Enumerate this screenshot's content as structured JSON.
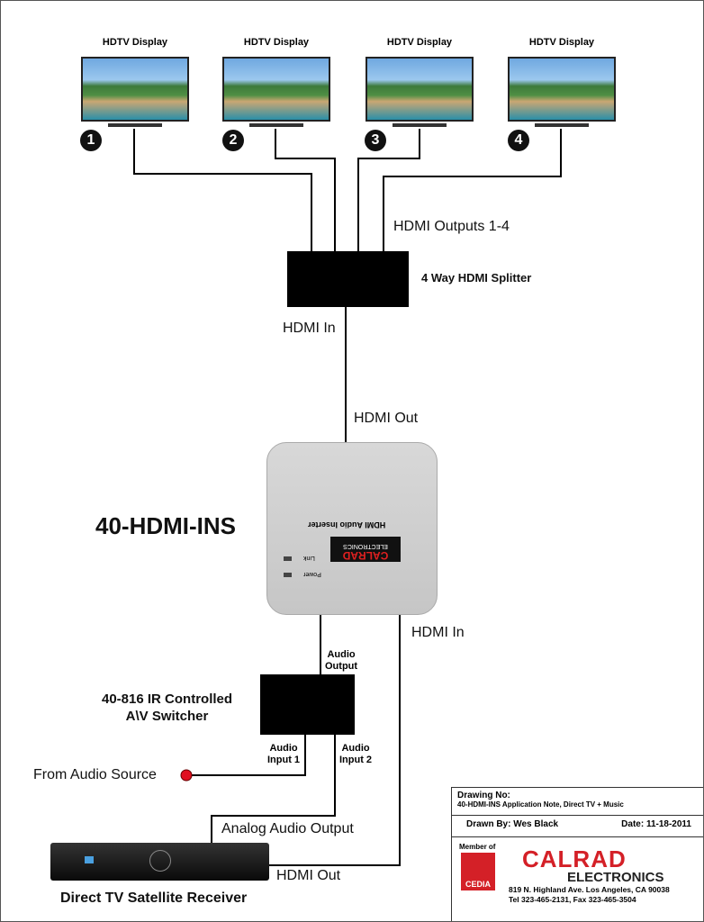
{
  "displays": [
    {
      "label": "HDTV Display",
      "number": "1"
    },
    {
      "label": "HDTV Display",
      "number": "2"
    },
    {
      "label": "HDTV Display",
      "number": "3"
    },
    {
      "label": "HDTV Display",
      "number": "4"
    }
  ],
  "splitter": {
    "outputs_label": "HDMI Outputs 1-4",
    "name": "4 Way HDMI Splitter",
    "input_label": "HDMI In"
  },
  "inserter": {
    "name": "40-HDMI-INS",
    "hdmi_out_label": "HDMI Out",
    "hdmi_in_label": "HDMI In",
    "face_text": "HDMI Audio Inserter",
    "brand": "CALRAD",
    "brand_sub": "ELECTRONICS",
    "led1": "Link",
    "led2": "Power"
  },
  "switcher": {
    "name_line1": "40-816 IR Controlled",
    "name_line2": "A\\V Switcher",
    "audio_output": [
      "Audio",
      "Output"
    ],
    "input1": [
      "Audio",
      "Input 1"
    ],
    "input2": [
      "Audio",
      "Input 2"
    ]
  },
  "audio_source_label": "From Audio Source",
  "receiver": {
    "name": "Direct TV Satellite Receiver",
    "analog_label": "Analog Audio Output",
    "hdmi_out_label": "HDMI Out"
  },
  "title_block": {
    "drawing_no_label": "Drawing No:",
    "drawing_no": "40-HDMI-INS Application Note, Direct TV + Music",
    "drawn_by": "Drawn By:  Wes Black",
    "date": "Date: 11-18-2011",
    "member_of": "Member of",
    "cedia": "CEDIA",
    "logo": "CALRAD",
    "logo_sub": "ELECTRONICS",
    "address": "819 N. Highland Ave. Los Angeles, CA 90038",
    "phone": "Tel 323-465-2131, Fax 323-465-3504"
  },
  "colors": {
    "brand_red": "#d42027",
    "dot_red": "#e01020"
  }
}
